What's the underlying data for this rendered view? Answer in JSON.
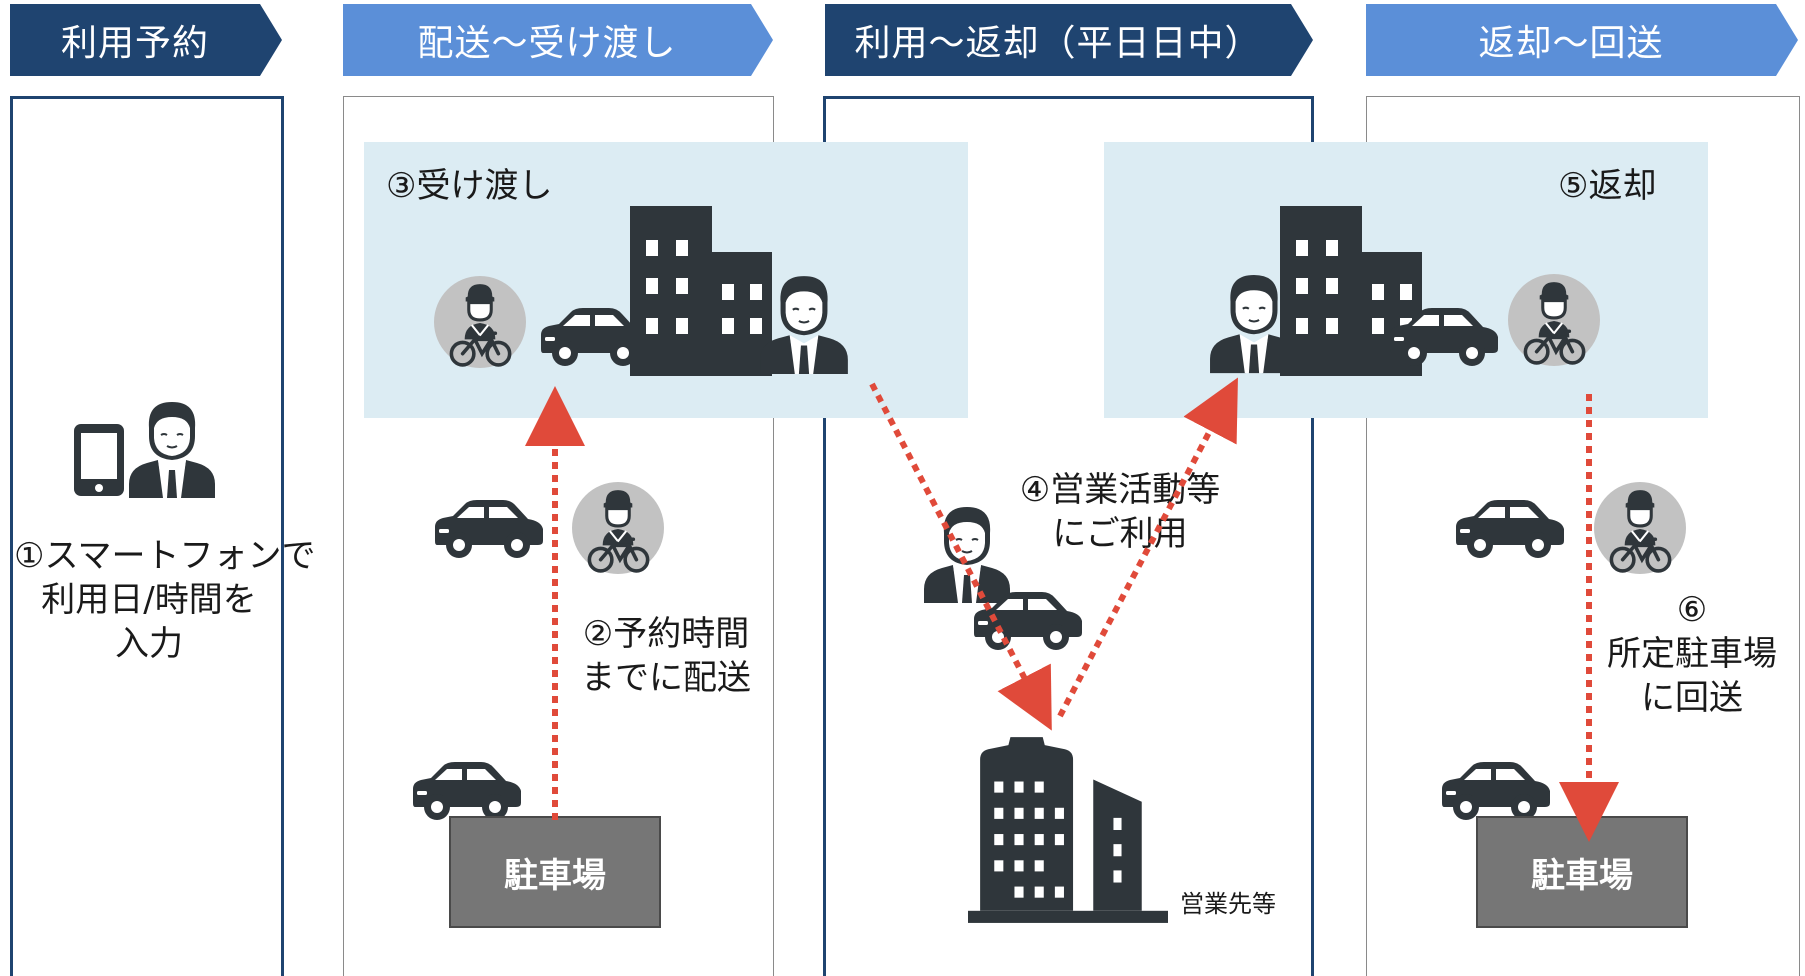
{
  "colors": {
    "chevron_dark": "#1f4470",
    "chevron_light": "#5b8fd8",
    "panel_border_dark": "#1f4470",
    "zone_fill": "#dcecf3",
    "icon_dark": "#2f363b",
    "arrow": "#e04a3a",
    "parking_fill": "#767676"
  },
  "phases": [
    {
      "label": "利用予約"
    },
    {
      "label": "配送～受け渡し"
    },
    {
      "label": "利用～返却（平日日中）"
    },
    {
      "label": "返却～回送"
    }
  ],
  "steps": {
    "step1": {
      "line1": "①スマートフォンで",
      "line2": "利用日/時間を",
      "line3": "入力"
    },
    "step2": {
      "line1": "②予約時間",
      "line2": "までに配送"
    },
    "step3": {
      "label": "③受け渡し"
    },
    "step4": {
      "line1": "④営業活動等",
      "line2": "にご利用"
    },
    "step5": {
      "label": "⑤返却"
    },
    "step6": {
      "line1": "⑥",
      "line2": "所定駐車場",
      "line3": "に回送"
    }
  },
  "places": {
    "parking_label": "駐車場",
    "client_label": "営業先等"
  },
  "icons": [
    "smartphone-icon",
    "businessman-icon",
    "courier-on-bicycle-icon",
    "car-icon",
    "office-building-icon",
    "skyscraper-icon",
    "dotted-arrow"
  ]
}
